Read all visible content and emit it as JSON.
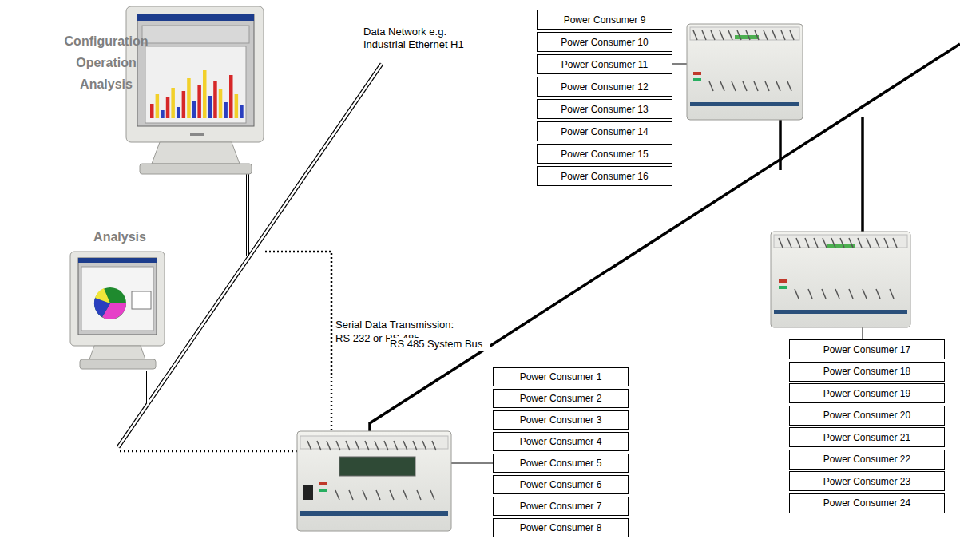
{
  "diagram": {
    "nodes": [
      {
        "text": [
          "Power Consumer 1"
        ]
      },
      {
        "text": [
          "Power Consumer 2"
        ]
      },
      {
        "text": [
          "Power Consumer 3"
        ]
      },
      {
        "text": [
          "Power Consumer 4"
        ]
      },
      {
        "text": [
          "Power Consumer 5"
        ]
      },
      {
        "text": [
          "Power Consumer 6"
        ]
      },
      {
        "text": [
          "Power Consumer 7"
        ]
      },
      {
        "text": [
          "Power Consumer 8"
        ]
      },
      {
        "text": [
          "Power Consumer 9"
        ]
      },
      {
        "text": [
          "Power Consumer 10"
        ]
      },
      {
        "text": [
          "Power Consumer 11"
        ]
      },
      {
        "text": [
          "Power Consumer 12"
        ]
      },
      {
        "text": [
          "Power Consumer 13"
        ]
      },
      {
        "text": [
          "Power Consumer 14"
        ]
      },
      {
        "text": [
          "Power Consumer 15"
        ]
      },
      {
        "text": [
          "Power Consumer 16"
        ]
      },
      {
        "text": [
          "Power Consumer 17"
        ]
      },
      {
        "text": [
          "Power Consumer 18"
        ]
      },
      {
        "text": [
          "Power Consumer 19"
        ]
      },
      {
        "text": [
          "Power Consumer 20"
        ]
      },
      {
        "text": [
          "Power Consumer 21"
        ]
      },
      {
        "text": [
          "Power Consumer 22"
        ]
      },
      {
        "text": [
          "Power Consumer 23"
        ]
      },
      {
        "text": [
          "Power Consumer 24"
        ]
      }
    ],
    "labels": [
      "Configuration Operation Analysis",
      "Analysis",
      "Data Network e.g. Industrial Ethernet H1",
      "Serial Data Transmission: RS 232 or RS 485",
      "RS 485 System Bus"
    ]
  }
}
